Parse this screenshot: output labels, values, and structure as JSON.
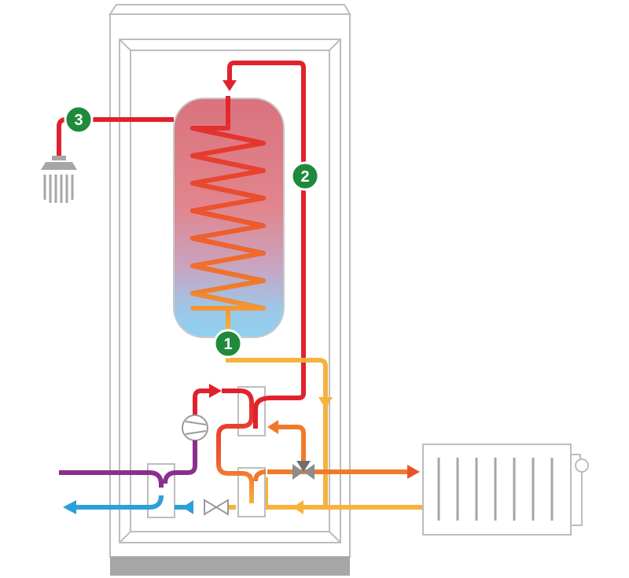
{
  "badges": [
    {
      "id": "badge-1",
      "label": "1"
    },
    {
      "id": "badge-2",
      "label": "2"
    },
    {
      "id": "badge-3",
      "label": "3"
    }
  ],
  "colors": {
    "hot_red": "#e0222d",
    "dark_red": "#c11f2b",
    "orange": "#f07a2a",
    "yellow_orange": "#f5b23d",
    "purple": "#8b2f8f",
    "blue": "#2d9fd9",
    "badge_green": "#1f8a3b",
    "cabinet_outline": "#bdbdbd",
    "base_gray": "#a6a6a6",
    "component_gray": "#9a9a9a"
  },
  "icons": [
    "shower-head-icon",
    "compressor-icon",
    "expansion-valve-icon",
    "three-way-valve-icon",
    "radiator-icon"
  ]
}
